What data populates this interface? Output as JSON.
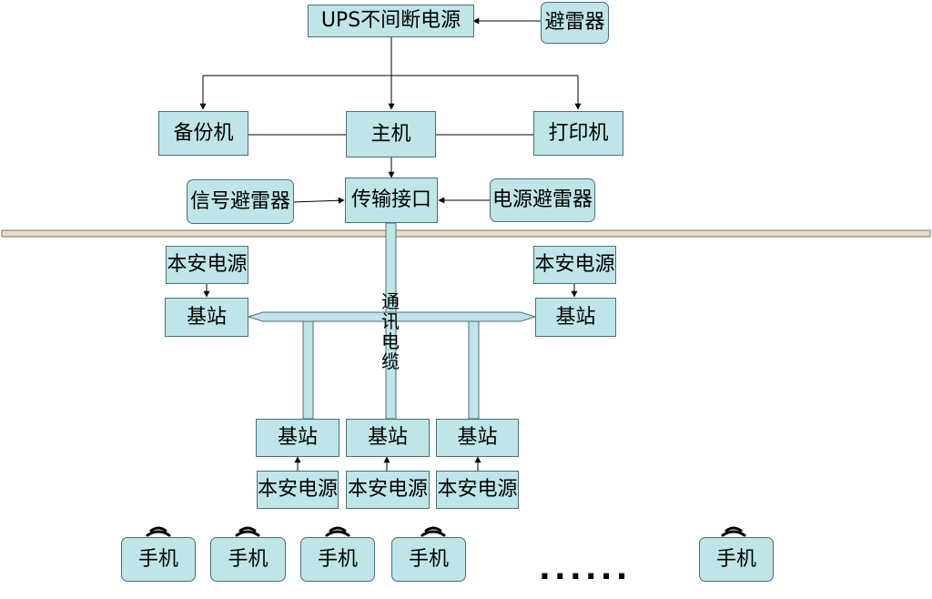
{
  "nodes": {
    "ups": "UPS不间断电源",
    "lightning_arrester": "避雷器",
    "backup": "备份机",
    "host": "主机",
    "printer": "打印机",
    "signal_arrester": "信号避雷器",
    "transmission": "传输接口",
    "power_arrester": "电源避雷器",
    "psu_left": "本安电源",
    "psu_right": "本安电源",
    "base_left": "基站",
    "base_right": "基站",
    "base_b1": "基站",
    "base_b2": "基站",
    "base_b3": "基站",
    "psu_b1": "本安电源",
    "psu_b2": "本安电源",
    "psu_b3": "本安电源"
  },
  "cable_label": [
    "通",
    "讯",
    "电",
    "缆"
  ],
  "phones": [
    "手机",
    "手机",
    "手机",
    "手机",
    "手机"
  ],
  "ellipsis": "......",
  "colors": {
    "box_fill": "#bfe5e8",
    "box_border": "#4a6f73",
    "ground": "#e8ddc8"
  }
}
